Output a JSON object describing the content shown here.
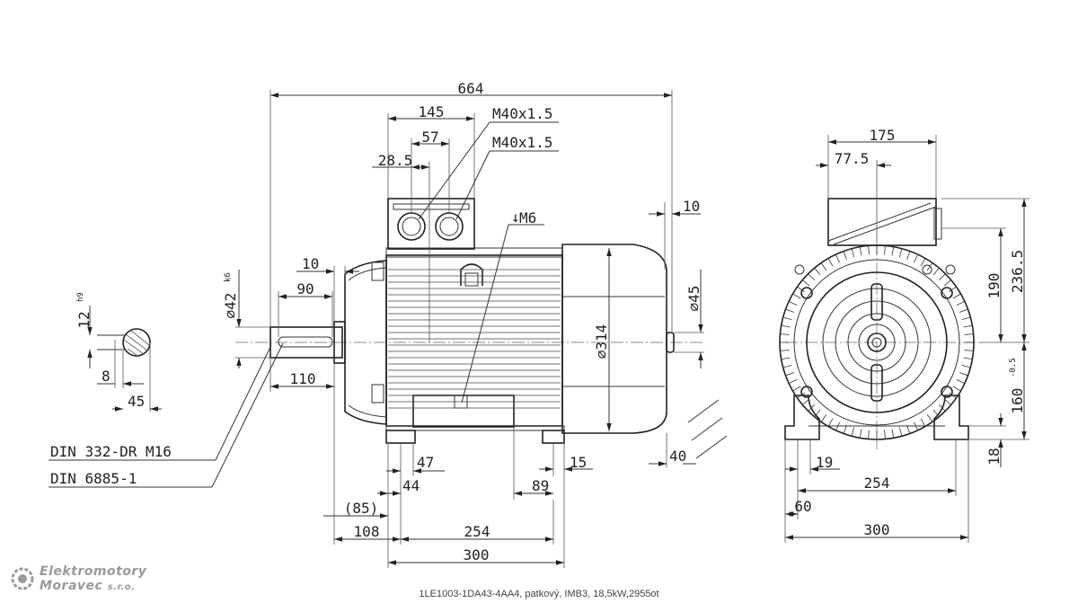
{
  "caption": "1LE1003-1DA43-4AA4, patkový, IMB3, 18,5kW,2955ot",
  "logo": {
    "line1": "Elektromotory",
    "line2_main": "Moravec",
    "line2_suffix": "s.r.o."
  },
  "callouts": {
    "din332": "DIN 332-DR M16",
    "din6885": "DIN 6885-1",
    "cable_gland_1": "M40x1.5",
    "cable_gland_2": "M40x1.5",
    "earth_thread": "M6"
  },
  "shaft_section": {
    "key_width": "12",
    "key_width_tol": "h9",
    "key_depth": "8",
    "diameter_span": "45"
  },
  "side_view": {
    "overall_length": "664",
    "tb_width": "145",
    "tb_gland_spacing": "57",
    "tb_offset": "28.5",
    "rear_gap": "10",
    "shaft_diameter": "⌀42",
    "shaft_tol": "k6",
    "shoulder_gap": "10",
    "key_length": "90",
    "shaft_length": "110",
    "rear_shaft_diameter": "⌀45",
    "frame_diameter": "⌀314",
    "foot_hole": "47",
    "foot_edge": "44",
    "foot_hole_rear": "89",
    "foot_slot": "15",
    "rear_overhang": "40",
    "dist_e": "(85)",
    "dist_c": "108",
    "foot_spacing": "254",
    "foot_length": "300"
  },
  "end_view": {
    "tb_width": "175",
    "tb_offset": "77.5",
    "tb_height": "190",
    "overall_height": "236.5",
    "shaft_height": "160",
    "shaft_height_tol": "-0.5",
    "foot_thickness": "18",
    "foot_hole": "19",
    "foot_spacing": "254",
    "foot_edge": "60",
    "foot_width": "300"
  }
}
